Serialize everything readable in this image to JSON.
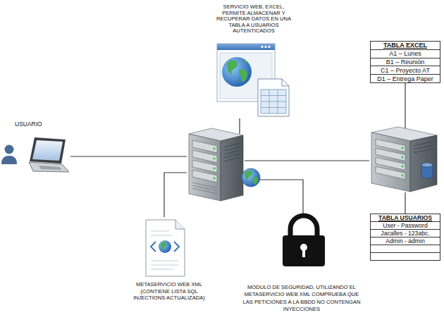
{
  "diagram": {
    "nodes": [
      {
        "text": [
          "USUARIO"
        ]
      },
      {
        "text": [
          "SERVICIO WEB, EXCEL, PERMITE ALMACENAR Y RECUPERAR DATOS EN UNA TABLA A USUARIOS AUTENTICADOS"
        ]
      },
      {
        "text": []
      },
      {
        "text": []
      },
      {
        "text": [
          "TABLA EXCEL",
          "A1 – Lunes",
          "B1 – Reunión",
          "C1 – Proyecto AT",
          "D1 – Entrega Paper"
        ]
      },
      {
        "text": [
          "TABLA USUARIOS",
          "User - Password",
          "Jacalles - 123abc.",
          "Admin - admin"
        ]
      },
      {
        "text": [
          "METASERVICIO WEB XML (CONTIENE LISTA SQL INJECTIONS ACTUALIZADA)"
        ]
      },
      {
        "text": [
          "MODULO DE SEGURIDAD, UTILIZANDO EL METASERVICIO WEB XML COMPRUEBA QUE LAS PETICIONES A LA BBDD NO CONTENGAN INYECCIONES"
        ]
      }
    ],
    "edges": [
      {
        "from": 0,
        "to": 2,
        "arrow": "none"
      },
      {
        "from": 2,
        "to": 1,
        "arrow": "none"
      },
      {
        "from": 2,
        "to": 3,
        "arrow": "none"
      },
      {
        "from": 2,
        "to": 6,
        "arrow": "none"
      },
      {
        "from": 2,
        "to": 7,
        "arrow": "none"
      },
      {
        "from": 3,
        "to": 4,
        "arrow": "none"
      },
      {
        "from": 3,
        "to": 5,
        "arrow": "none"
      }
    ]
  }
}
